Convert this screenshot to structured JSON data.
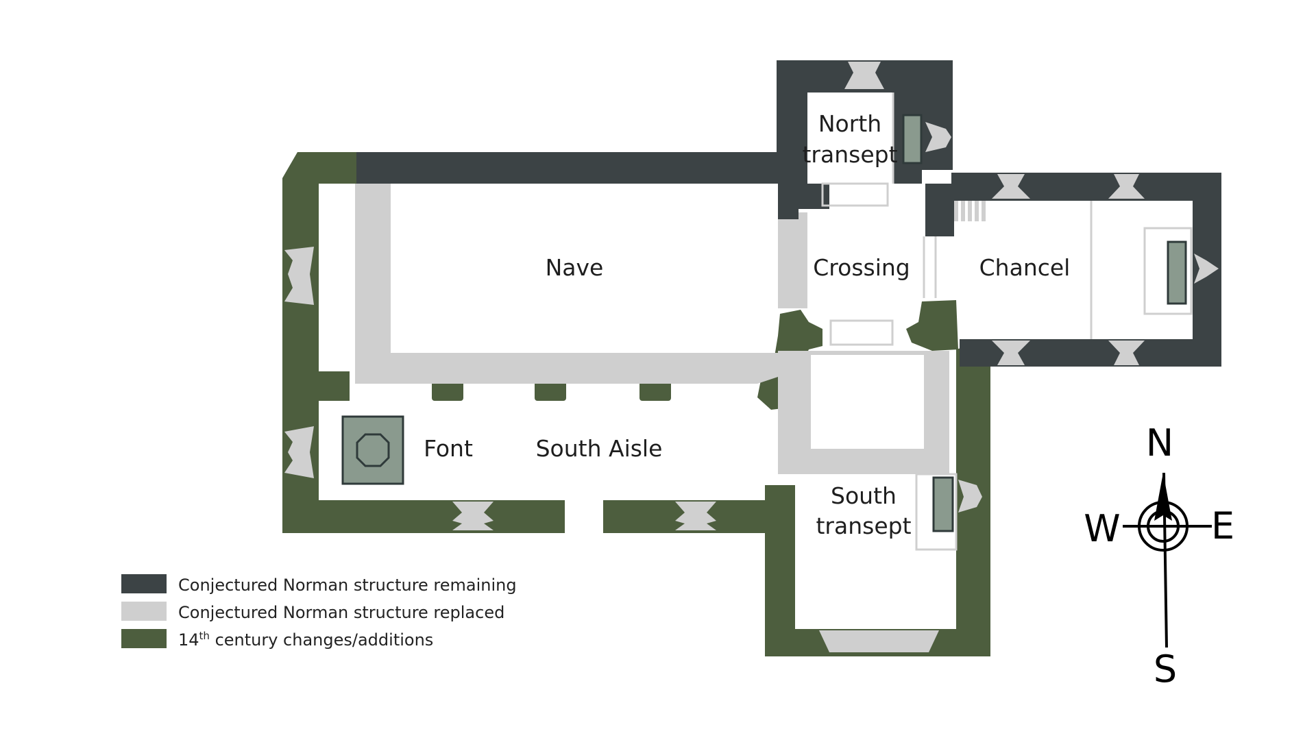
{
  "colors": {
    "norman_remaining": "#3c4345",
    "norman_replaced": "#cfcfcf",
    "century14": "#4d5e3e",
    "fixture": "#8a9a8e",
    "fixture_edge": "#2f3a3a"
  },
  "rooms": {
    "north_transept_line1": "North",
    "north_transept_line2": "transept",
    "nave": "Nave",
    "crossing": "Crossing",
    "chancel": "Chancel",
    "font": "Font",
    "south_aisle": "South Aisle",
    "south_transept_line1": "South",
    "south_transept_line2": "transept"
  },
  "compass": {
    "north": "N",
    "south": "S",
    "east": "E",
    "west": "W"
  },
  "legend": {
    "items": [
      {
        "label": "Conjectured Norman structure remaining",
        "color": "#3c4345"
      },
      {
        "label": "Conjectured Norman structure replaced",
        "color": "#cfcfcf"
      },
      {
        "label_prefix": "14",
        "label_sup": "th",
        "label_suffix": " century changes/additions",
        "color": "#4d5e3e"
      }
    ]
  }
}
